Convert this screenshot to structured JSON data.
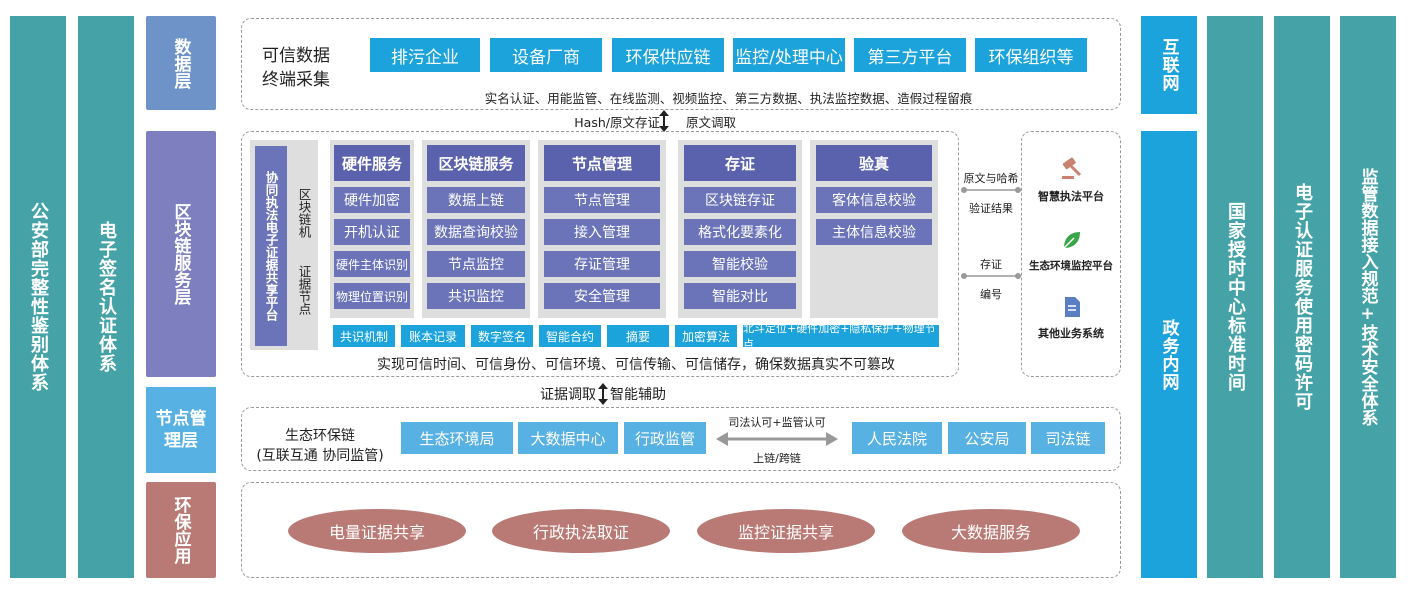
{
  "left_columns": [
    "公安部完整性鉴别体系",
    "电子签名认证体系"
  ],
  "right_columns": [
    "国家授时中心标准时间",
    "电子认证服务使用密码许可",
    "监管数据接入规范+技术安全体系"
  ],
  "network": {
    "internet": "互联网",
    "intranet": "政务内网"
  },
  "layers": {
    "data": "数据层",
    "blockchain": "区块链服务层",
    "node": "节点管理层",
    "app": "环保应用"
  },
  "data_layer": {
    "title": "可信数据终端采集",
    "sources": [
      "排污企业",
      "设备厂商",
      "环保供应链",
      "监控/处理中心",
      "第三方平台",
      "环保组织等"
    ],
    "note": "实名认证、用能监管、在线监测、视频监控、第三方数据、执法监控数据、造假过程留痕"
  },
  "arrow_top": {
    "left": "Hash/原文存证",
    "right": "原文调取"
  },
  "blockchain_layer": {
    "platform": "协同执法电子证据共享平台",
    "machine": "区块链机",
    "node": "证据节点",
    "groups": [
      {
        "head": "硬件服务",
        "items": [
          "硬件加密",
          "开机认证",
          "硬件主体识别",
          "物理位置识别"
        ]
      },
      {
        "head": "区块链服务",
        "items": [
          "数据上链",
          "数据查询校验",
          "节点监控",
          "共识监控"
        ]
      },
      {
        "head": "节点管理",
        "items": [
          "节点管理",
          "接入管理",
          "存证管理",
          "安全管理"
        ]
      },
      {
        "head": "存证",
        "items": [
          "区块链存证",
          "格式化要素化",
          "智能校验",
          "智能对比"
        ]
      },
      {
        "head": "验真",
        "items": [
          "客体信息校验",
          "主体信息校验"
        ]
      }
    ],
    "tags": [
      "共识机制",
      "账本记录",
      "数字签名",
      "智能合约",
      "摘要",
      "加密算法",
      "北斗定位+硬件加密+隐私保护+物理节点"
    ],
    "footer": "实现可信时间、可信身份、可信环境、可信传输、可信储存，确保数据真实不可篡改",
    "links": {
      "top1": "原文与哈希",
      "top2": "验证结果",
      "bottom1": "存证",
      "bottom2": "编号"
    },
    "platforms": [
      {
        "icon": "gavel-icon",
        "label": "智慧执法平台"
      },
      {
        "icon": "leaf-icon",
        "label": "生态环境监控平台"
      },
      {
        "icon": "document-icon",
        "label": "其他业务系统"
      }
    ]
  },
  "arrow_mid": {
    "left": "证据调取",
    "right": "智能辅助"
  },
  "node_layer": {
    "title1": "生态环保链",
    "title2": "(互联互通 协同监管)",
    "left_nodes": [
      "生态环境局",
      "大数据中心",
      "行政监管"
    ],
    "arrow_top": "司法认可+监管认可",
    "arrow_bottom": "上链/跨链",
    "right_nodes": [
      "人民法院",
      "公安局",
      "司法链"
    ]
  },
  "app_layer": {
    "items": [
      "电量证据共享",
      "行政执法取证",
      "监控证据共享",
      "大数据服务"
    ]
  },
  "colors": {
    "teal": "#45a3a8",
    "blue": "#1ca3dc",
    "purple": "#6b73b9",
    "layer_data": "#6d93c8",
    "layer_chain": "#7d7fbf",
    "layer_node": "#58b1e3",
    "layer_app": "#b97a76"
  }
}
